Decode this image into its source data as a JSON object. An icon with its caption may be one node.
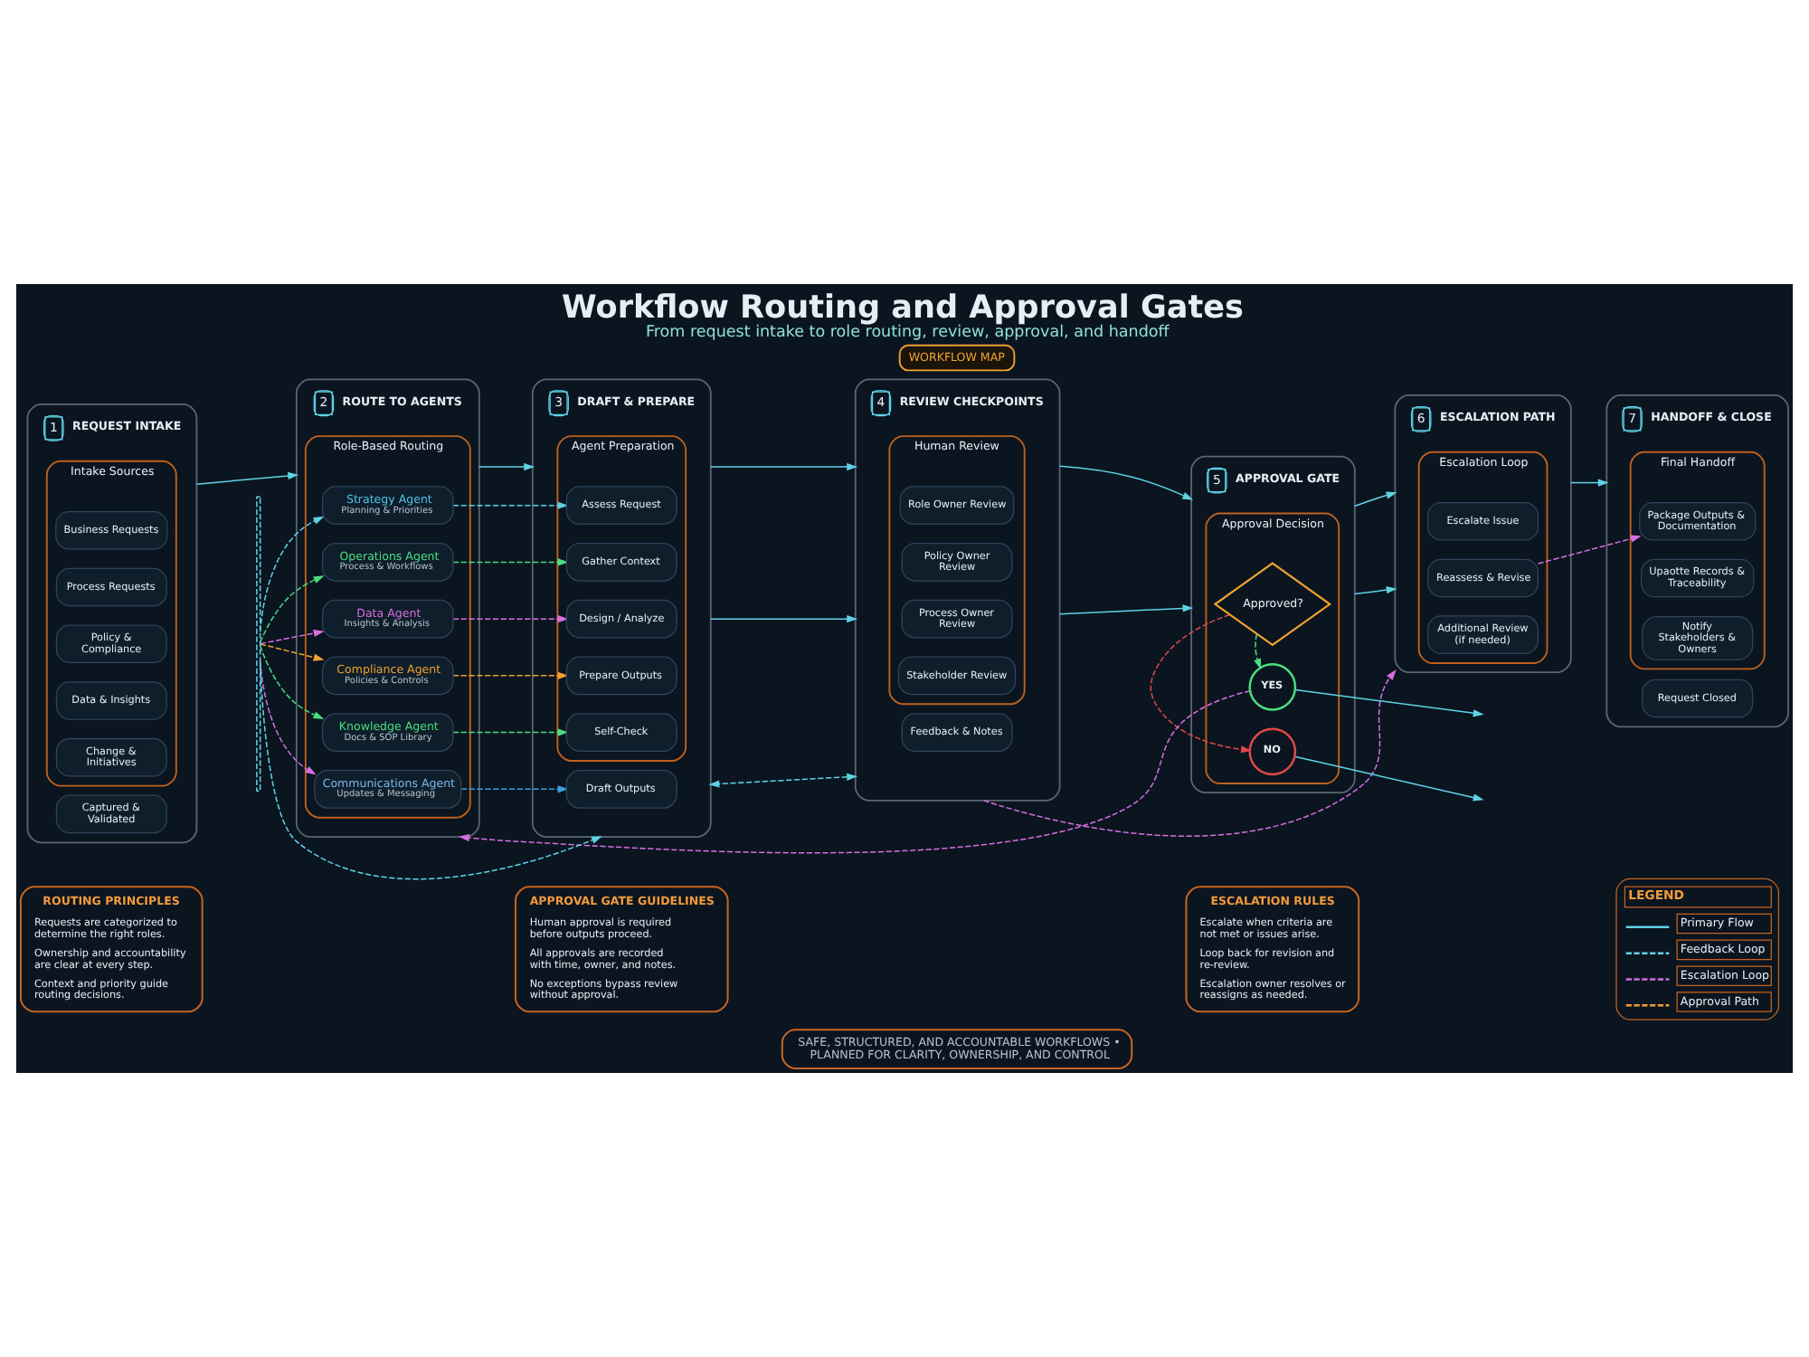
{
  "diagram": {
    "title": "Workflow Routing and Approval Gates",
    "caption": "From request intake to role routing, review, approval, and handoff",
    "nodes": [
      {
        "text": [
          "WORKFLOW MAP"
        ]
      },
      {
        "text": [
          "1",
          "REQUEST INTAKE"
        ]
      },
      {
        "text": [
          "Intake Sources"
        ],
        "in": 1
      },
      {
        "text": [
          "Business Requests"
        ],
        "in": 2
      },
      {
        "text": [
          "Process Requests"
        ],
        "in": 2
      },
      {
        "text": [
          "Policy & Compliance"
        ],
        "in": 2
      },
      {
        "text": [
          "Data & Insights"
        ],
        "in": 2
      },
      {
        "text": [
          "Change & Initiatives"
        ],
        "in": 2
      },
      {
        "text": [
          "Captured & Validated"
        ],
        "in": 1
      },
      {
        "text": [
          "2",
          "ROUTE TO AGENTS"
        ]
      },
      {
        "text": [
          "Role-Based Routing"
        ],
        "in": 9
      },
      {
        "text": [
          "Strategy Agent",
          "Planning & Priorities"
        ],
        "in": 10
      },
      {
        "text": [
          "Operations Agent",
          "Process & Workflows"
        ],
        "in": 10
      },
      {
        "text": [
          "Data Agent",
          "Insights & Analysis"
        ],
        "in": 10
      },
      {
        "text": [
          "Compliance Agent",
          "Policies & Controls"
        ],
        "in": 10
      },
      {
        "text": [
          "Knowledge Agent",
          "Docs & SOP Library"
        ],
        "in": 10
      },
      {
        "text": [
          "Communications Agent",
          "Updates & Messaging"
        ],
        "in": 10
      },
      {
        "text": [
          "3",
          "DRAFT & PREPARE"
        ]
      },
      {
        "text": [
          "Agent Preparation"
        ],
        "in": 17
      },
      {
        "text": [
          "Assess Request"
        ],
        "in": 18
      },
      {
        "text": [
          "Gather Context"
        ],
        "in": 18
      },
      {
        "text": [
          "Design / Analyze"
        ],
        "in": 18
      },
      {
        "text": [
          "Prepare Outputs"
        ],
        "in": 18
      },
      {
        "text": [
          "Self-Check"
        ],
        "in": 18
      },
      {
        "text": [
          "Draft Outputs"
        ],
        "in": 17
      },
      {
        "text": [
          "4",
          "REVIEW CHECKPOINTS"
        ]
      },
      {
        "text": [
          "Human Review"
        ],
        "in": 25
      },
      {
        "text": [
          "Role Owner Review"
        ],
        "in": 26
      },
      {
        "text": [
          "Policy Owner Review"
        ],
        "in": 26
      },
      {
        "text": [
          "Process Owner Review"
        ],
        "in": 26
      },
      {
        "text": [
          "Stakeholder Review"
        ],
        "in": 26
      },
      {
        "text": [
          "Feedback & Notes"
        ],
        "in": 25
      },
      {
        "text": [
          "5",
          "APPROVAL GATE"
        ]
      },
      {
        "text": [
          "Approval Decision"
        ],
        "in": 32
      },
      {
        "text": [
          "Approved?"
        ],
        "in": 33
      },
      {
        "text": [
          "YES"
        ],
        "in": 33
      },
      {
        "text": [
          "NO"
        ],
        "in": 33
      },
      {
        "text": [
          "6",
          "ESCALATION PATH"
        ]
      },
      {
        "text": [
          "Escalation Loop"
        ],
        "in": 37
      },
      {
        "text": [
          "Escalate Issue"
        ],
        "in": 38
      },
      {
        "text": [
          "Reassess & Revise"
        ],
        "in": 38
      },
      {
        "text": [
          "Additional Review (if needed)"
        ],
        "in": 38
      },
      {
        "text": [
          "7",
          "HANDOFF & CLOSE"
        ]
      },
      {
        "text": [
          "Final Handoff"
        ],
        "in": 42
      },
      {
        "text": [
          "Package Outputs & Documentation"
        ],
        "in": 43
      },
      {
        "text": [
          "Upaotte Records & Traceability"
        ],
        "in": 43
      },
      {
        "text": [
          "Notify Stakeholders & Owners"
        ],
        "in": 43
      },
      {
        "text": [
          "Request Closed"
        ],
        "in": 42
      },
      {
        "text": [
          "ROUTING PRINCIPLES",
          "Requests are categorized to determine the right roles.",
          "Ownership and accountability are clear at every step.",
          "Context and priority guide routing decisions."
        ]
      },
      {
        "text": [
          "APPROVAL GATE GUIDELINES",
          "Human approval is required before outputs proceed.",
          "All approvals are recorded with time, owner, and notes.",
          "No exceptions bypass review without approval."
        ]
      },
      {
        "text": [
          "ESCALATION RULES",
          "Escalate when criteria are not met or issues arise.",
          "Loop back for revision and re-review.",
          "Escalation owner resolves or reassigns as needed."
        ]
      },
      {
        "text": [
          "SAFE, STRUCTURED, AND ACCOUNTABLE WORKFLOWS • PLANNED FOR CLARITY, OWNERSHIP, AND CONTROL"
        ]
      },
      {
        "text": [],
        "shape": "bar"
      }
    ],
    "edges": [
      {
        "from": 1,
        "to": 9,
        "arrow": "to"
      },
      {
        "from": 9,
        "to": 17,
        "arrow": "to"
      },
      {
        "from": 17,
        "to": 25,
        "arrow": "to"
      },
      {
        "from": 25,
        "to": 32,
        "arrow": "to"
      },
      {
        "from": 32,
        "to": 37,
        "arrow": "to"
      },
      {
        "from": 37,
        "to": 42,
        "arrow": "to"
      },
      {
        "from": 11,
        "to": 19,
        "arrow": "to",
        "style": "dashed"
      },
      {
        "from": 12,
        "to": 20,
        "arrow": "to",
        "style": "dashed",
        "color": "#4ade80"
      },
      {
        "from": 13,
        "to": 21,
        "arrow": "to",
        "style": "dashed",
        "color": "#d86ee0"
      },
      {
        "from": 14,
        "to": 22,
        "arrow": "to",
        "style": "dashed",
        "color": "#f0a030"
      },
      {
        "from": 15,
        "to": 23,
        "arrow": "to",
        "style": "dashed",
        "color": "#4ade80"
      },
      {
        "from": 16,
        "to": 24,
        "arrow": "to",
        "style": "dashed",
        "color": "#3aa0e0"
      },
      {
        "from": 17,
        "to": 25,
        "arrow": "to"
      },
      {
        "from": 25,
        "to": 32,
        "arrow": "to"
      },
      {
        "from": 32,
        "to": 37,
        "arrow": "to"
      },
      {
        "from": 34,
        "to": 35,
        "arrow": "to",
        "style": "dashed",
        "color": "#4ade80"
      },
      {
        "from": 34,
        "to": 36,
        "arrow": "to",
        "style": "dashed",
        "color": "#e04848"
      },
      {
        "from": 35,
        "to": null,
        "arrow": "to"
      },
      {
        "from": 36,
        "to": null,
        "arrow": "to"
      },
      {
        "from": 52,
        "to": 11,
        "arrow": "to",
        "style": "dashed"
      },
      {
        "from": 52,
        "to": 12,
        "arrow": "to",
        "style": "dashed",
        "color": "#4ade80"
      },
      {
        "from": 52,
        "to": 13,
        "arrow": "to",
        "style": "dashed",
        "color": "#d86ee0"
      },
      {
        "from": 52,
        "to": 14,
        "arrow": "to",
        "style": "dashed",
        "color": "#f0a030"
      },
      {
        "from": 52,
        "to": 15,
        "arrow": "to",
        "style": "dashed",
        "color": "#4ade80"
      },
      {
        "from": 52,
        "to": 16,
        "arrow": "to",
        "style": "dashed",
        "color": "#d86ee0"
      },
      {
        "from": 52,
        "to": 17,
        "arrow": "to",
        "style": "dashed"
      },
      {
        "from": 25,
        "to": 17,
        "arrow": "both",
        "style": "dashed"
      },
      {
        "from": 25,
        "to": 37,
        "arrow": "to",
        "style": "dashed",
        "color": "#d86ee0"
      },
      {
        "from": 35,
        "to": 9,
        "arrow": "to",
        "style": "dashed",
        "color": "#d86ee0"
      },
      {
        "from": 40,
        "to": 44,
        "arrow": "to",
        "style": "dashed",
        "color": "#d86ee0"
      }
    ],
    "labels": [
      "LEGEND"
    ],
    "legend": [
      {
        "text": "Primary Flow"
      },
      {
        "text": "Feedback Loop"
      },
      {
        "text": "Escalation Loop"
      },
      {
        "text": "Approval Path"
      }
    ]
  }
}
